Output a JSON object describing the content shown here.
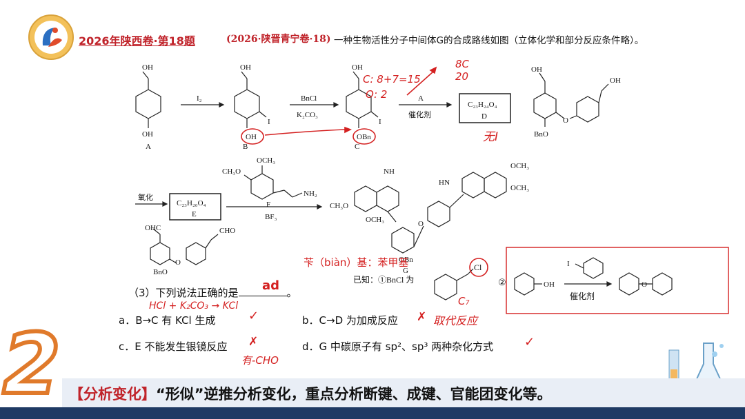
{
  "header": {
    "title": "2026年陕西卷·第18题",
    "source": "(2026·陕晋青宁卷·18)",
    "question": "一种生物活性分子中间体G的合成路线如图（立体化学和部分反应条件略）。"
  },
  "scheme": {
    "row1": {
      "A": "A",
      "B": "B",
      "C": "C",
      "D": "D",
      "reagent_AB": "I₂",
      "reagent_BC_top": "BnCl",
      "reagent_BC_bottom": "K₂CO₃",
      "reagent_CD_top": "A",
      "reagent_CD_bottom": "催化剂",
      "D_formula": "C₂₃H₂₄O₄",
      "label_OH": "OH",
      "label_I": "I",
      "label_OBn": "OBn",
      "label_BnO": "BnO"
    },
    "row2": {
      "oxid": "氧化",
      "E_formula": "C₂₃H₂₀O₄",
      "E": "E",
      "F": "F",
      "F_reagent": "BF₃",
      "G": "G",
      "F_OCH3": "OCH₃",
      "F_CH3O": "CH₃O",
      "F_NH2": "NH₂",
      "G_NH": "NH",
      "G_HN": "HN",
      "G_OCH3": "OCH₃",
      "G_CH3O": "CH₃O",
      "G_OBn": "OBn",
      "E_OHC": "OHC",
      "E_CHO": "CHO",
      "E_BnO": "BnO"
    },
    "known": {
      "label": "已知：①BnCl 为",
      "circle2": "②",
      "Cl": "Cl",
      "I": "I",
      "OH": "OH",
      "catalyst": "催化剂"
    }
  },
  "question3": {
    "stem": "（3）下列说法正确的是",
    "end": "。",
    "a": "a．B→C 有 KCl 生成",
    "b": "b．C→D 为加成反应",
    "c": "c．E 不能发生银镜反应",
    "d": "d．G 中碳原子有 sp²、sp³ 两种杂化方式"
  },
  "handwriting": {
    "answer": "ad",
    "cnote1": "C: 8+7=15",
    "cnote2": "O: 2",
    "dnote1": "8C",
    "dnote2": "20",
    "wuI": "无I",
    "benzyl": "苄（biàn）基：苯甲基",
    "c7": "C₇",
    "hcl": "HCl + K₂CO₃ → KCl",
    "check": "✓",
    "cross": "✗",
    "sub": "取代反应",
    "cho": "有-CHO"
  },
  "banner": {
    "tag": "【分析变化】",
    "text": "“形似”逆推分析变化，重点分析断键、成键、官能团变化等。",
    "number": "2"
  }
}
